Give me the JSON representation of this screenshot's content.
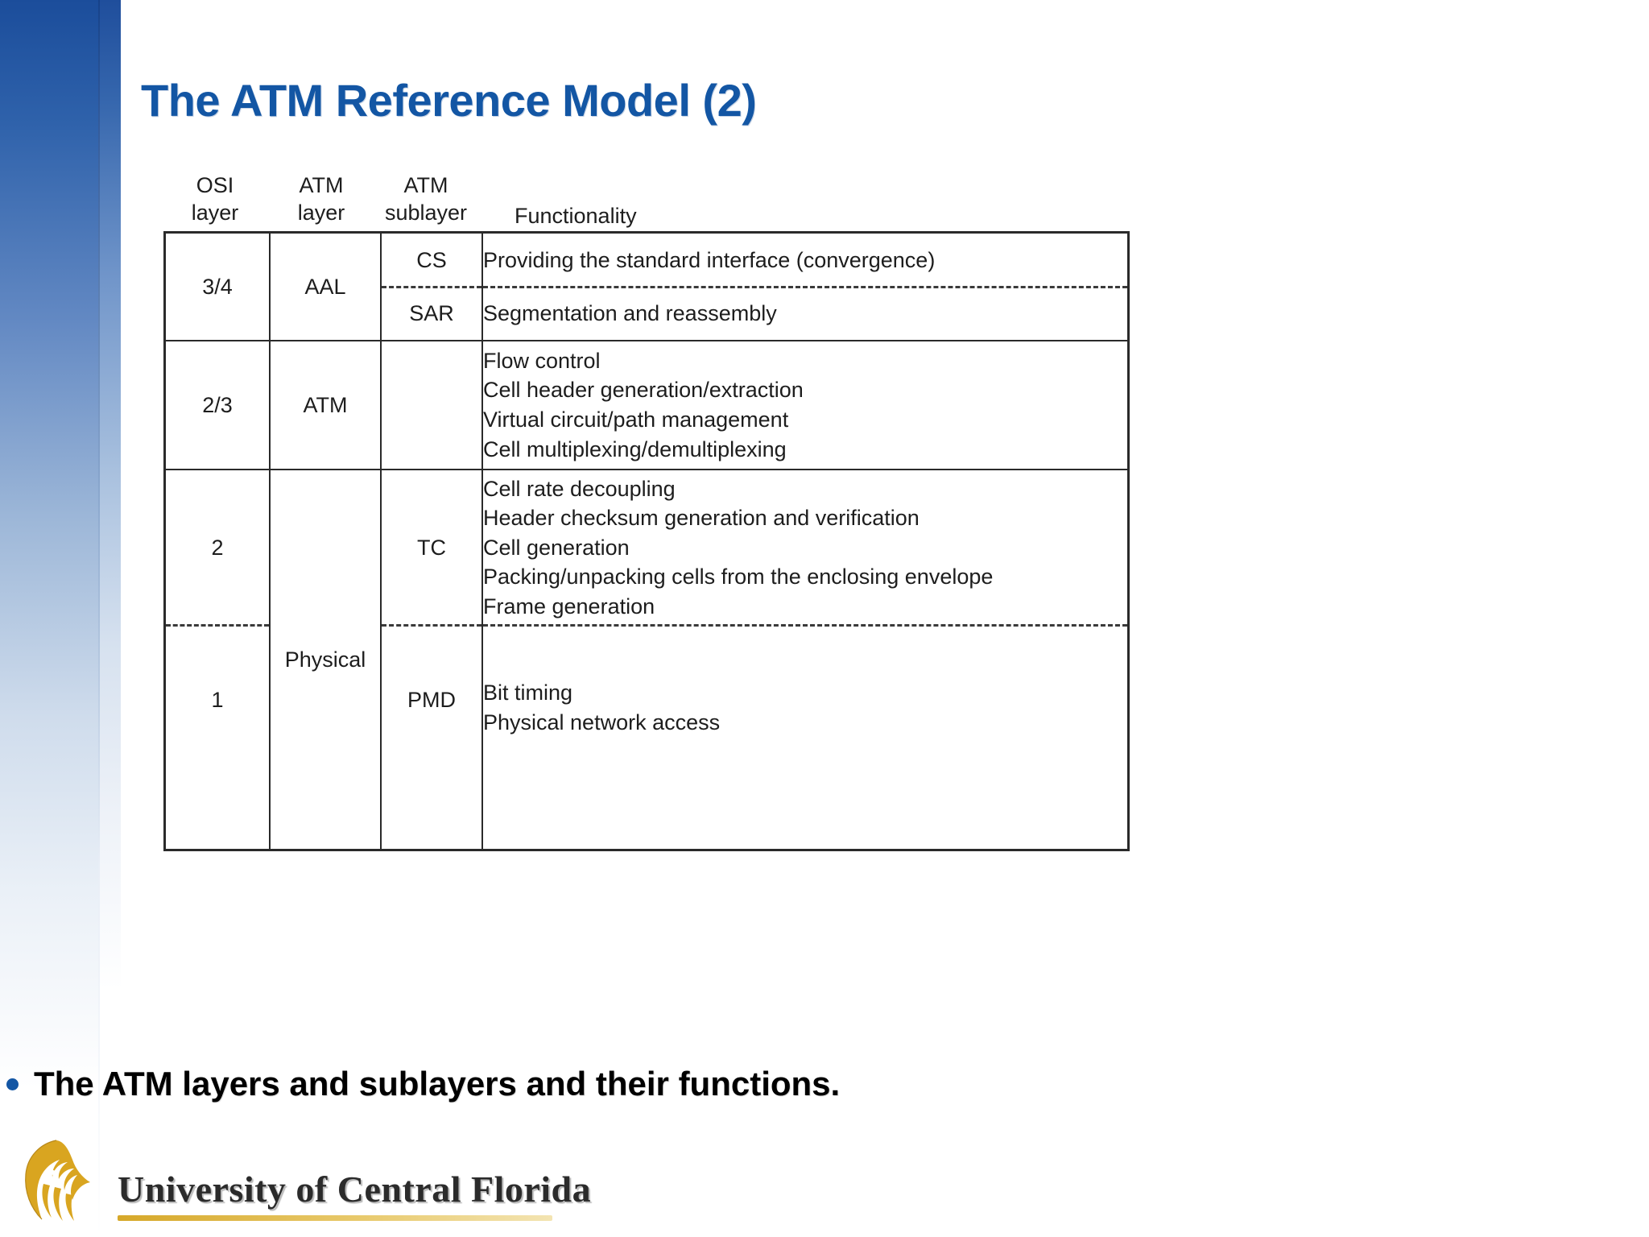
{
  "slide": {
    "title": "The ATM Reference Model (2)",
    "title_color": "#1356a4",
    "bullet": "The ATM layers and sublayers and their functions."
  },
  "figure": {
    "headers": {
      "osi_l1": "OSI",
      "osi_l2": "layer",
      "atm_l1": "ATM",
      "atm_l2": "layer",
      "sub_l1": "ATM",
      "sub_l2": "sublayer",
      "functionality": "Functionality"
    },
    "rows": [
      {
        "osi_layer": "3/4",
        "atm_layer": "AAL",
        "sublayers": [
          {
            "name": "CS",
            "functions": [
              "Providing the standard interface (convergence)"
            ]
          },
          {
            "name": "SAR",
            "functions": [
              "Segmentation and reassembly"
            ]
          }
        ]
      },
      {
        "osi_layer": "2/3",
        "atm_layer": "ATM",
        "sublayers": [
          {
            "name": "",
            "functions": [
              "Flow control",
              "Cell header generation/extraction",
              "Virtual circuit/path management",
              "Cell multiplexing/demultiplexing"
            ]
          }
        ]
      },
      {
        "osi_layer": "2",
        "atm_layer": "Physical",
        "sublayers": [
          {
            "name": "TC",
            "functions": [
              "Cell rate decoupling",
              "Header checksum generation and verification",
              "Cell generation",
              "Packing/unpacking cells from the enclosing envelope",
              "Frame generation"
            ]
          }
        ]
      },
      {
        "osi_layer": "1",
        "atm_layer": "",
        "sublayers": [
          {
            "name": "PMD",
            "functions": [
              "Bit timing",
              "Physical network access"
            ]
          }
        ]
      }
    ]
  },
  "footer": {
    "wordmark": "University of Central Florida",
    "logo_color": "#d9a520",
    "rule_color": "#d6a829"
  }
}
